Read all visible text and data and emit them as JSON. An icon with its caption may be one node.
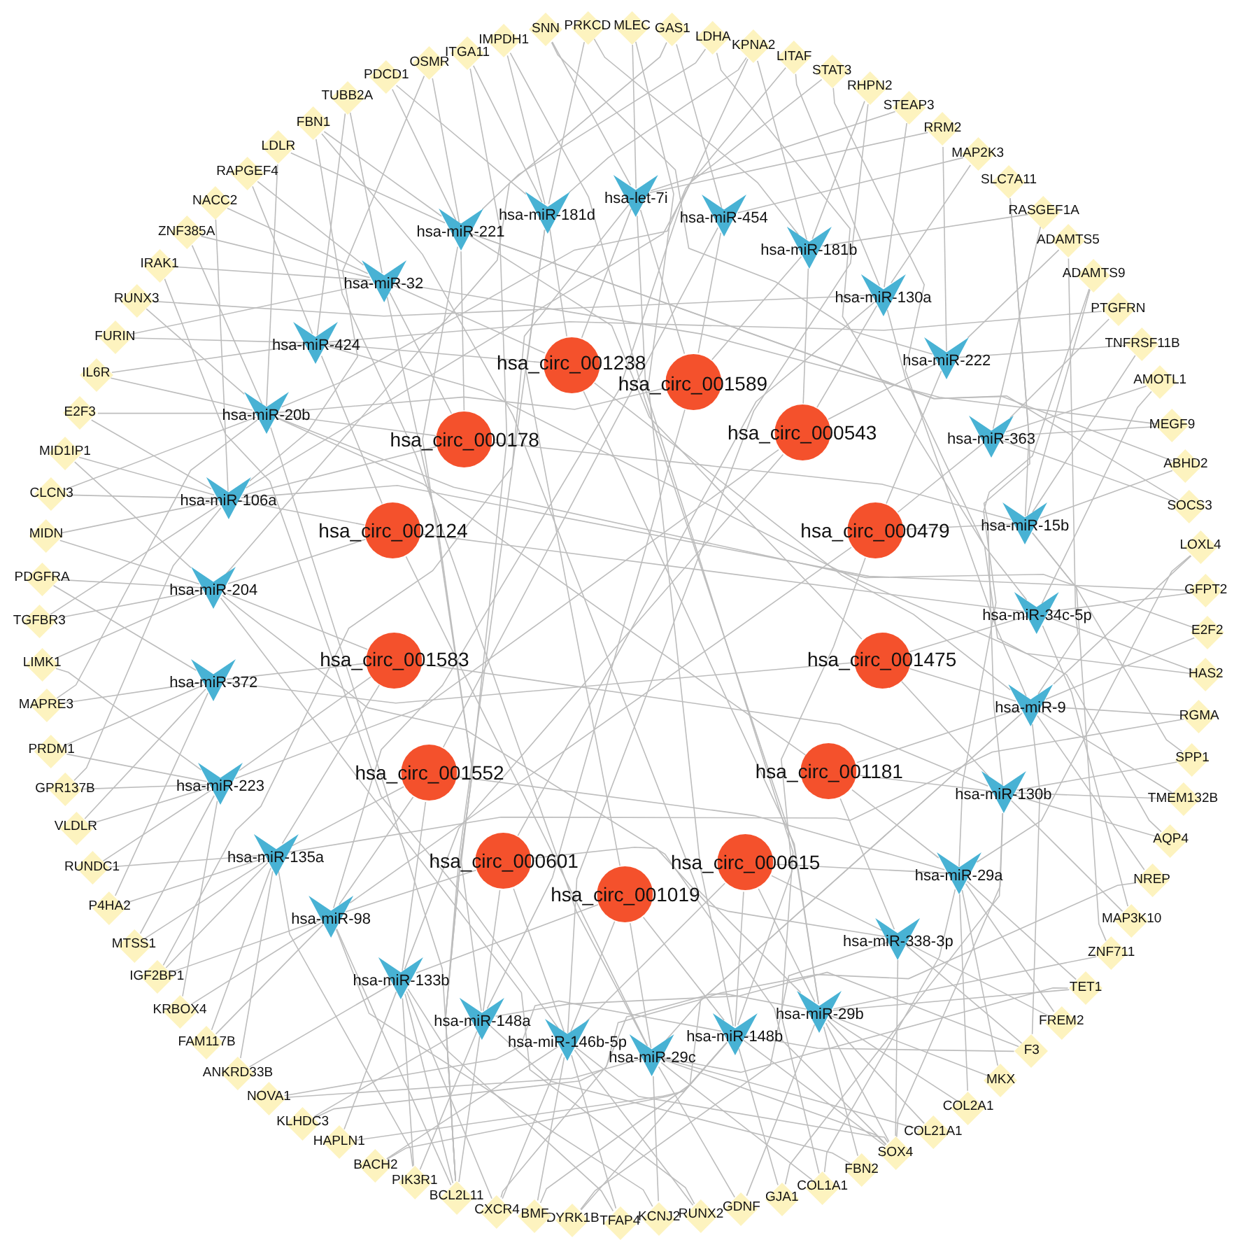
{
  "diagram": {
    "nodes": [
      {
        "text": [
          "IMPDH1"
        ]
      },
      {
        "text": [
          "SNN"
        ]
      },
      {
        "text": [
          "PRKCD"
        ]
      },
      {
        "text": [
          "MLEC"
        ]
      },
      {
        "text": [
          "GAS1"
        ]
      },
      {
        "text": [
          "LDHA"
        ]
      },
      {
        "text": [
          "KPNA2"
        ]
      },
      {
        "text": [
          "LITAF"
        ]
      },
      {
        "text": [
          "STAT3"
        ]
      },
      {
        "text": [
          "RHPN2"
        ]
      },
      {
        "text": [
          "STEAP3"
        ]
      },
      {
        "text": [
          "RRM2"
        ]
      },
      {
        "text": [
          "MAP2K3"
        ]
      },
      {
        "text": [
          "SLC7A11"
        ]
      },
      {
        "text": [
          "RASGEF1A"
        ]
      },
      {
        "text": [
          "ADAMTS5"
        ]
      },
      {
        "text": [
          "ADAMTS9"
        ]
      },
      {
        "text": [
          "PTGFRN"
        ]
      },
      {
        "text": [
          "TNFRSF11B"
        ]
      },
      {
        "text": [
          "AMOTL1"
        ]
      },
      {
        "text": [
          "MEGF9"
        ]
      },
      {
        "text": [
          "ABHD2"
        ]
      },
      {
        "text": [
          "SOCS3"
        ]
      },
      {
        "text": [
          "LOXL4"
        ]
      },
      {
        "text": [
          "GFPT2"
        ]
      },
      {
        "text": [
          "E2F2"
        ]
      },
      {
        "text": [
          "HAS2"
        ]
      },
      {
        "text": [
          "RGMA"
        ]
      },
      {
        "text": [
          "SPP1"
        ]
      },
      {
        "text": [
          "TMEM132B"
        ]
      },
      {
        "text": [
          "AQP4"
        ]
      },
      {
        "text": [
          "NREP"
        ]
      },
      {
        "text": [
          "MAP3K10"
        ]
      },
      {
        "text": [
          "ZNF711"
        ]
      },
      {
        "text": [
          "TET1"
        ]
      },
      {
        "text": [
          "FREM2"
        ]
      },
      {
        "text": [
          "F3"
        ]
      },
      {
        "text": [
          "MKX"
        ]
      },
      {
        "text": [
          "COL2A1"
        ]
      },
      {
        "text": [
          "COL21A1"
        ]
      },
      {
        "text": [
          "SOX4"
        ]
      },
      {
        "text": [
          "FBN2"
        ]
      },
      {
        "text": [
          "COL1A1"
        ]
      },
      {
        "text": [
          "GJA1"
        ]
      },
      {
        "text": [
          "GDNF"
        ]
      },
      {
        "text": [
          "RUNX2"
        ]
      },
      {
        "text": [
          "KCNJ2"
        ]
      },
      {
        "text": [
          "TFAP4"
        ]
      },
      {
        "text": [
          "DYRK1B"
        ]
      },
      {
        "text": [
          "BMF"
        ]
      },
      {
        "text": [
          "CXCR4"
        ]
      },
      {
        "text": [
          "BCL2L11"
        ]
      },
      {
        "text": [
          "PIK3R1"
        ]
      },
      {
        "text": [
          "BACH2"
        ]
      },
      {
        "text": [
          "HAPLN1"
        ]
      },
      {
        "text": [
          "KLHDC3"
        ]
      },
      {
        "text": [
          "NOVA1"
        ]
      },
      {
        "text": [
          "ANKRD33B"
        ]
      },
      {
        "text": [
          "FAM117B"
        ]
      },
      {
        "text": [
          "KRBOX4"
        ]
      },
      {
        "text": [
          "IGF2BP1"
        ]
      },
      {
        "text": [
          "MTSS1"
        ]
      },
      {
        "text": [
          "P4HA2"
        ]
      },
      {
        "text": [
          "RUNDC1"
        ]
      },
      {
        "text": [
          "VLDLR"
        ]
      },
      {
        "text": [
          "GPR137B"
        ]
      },
      {
        "text": [
          "PRDM1"
        ]
      },
      {
        "text": [
          "MAPRE3"
        ]
      },
      {
        "text": [
          "LIMK1"
        ]
      },
      {
        "text": [
          "TGFBR3"
        ]
      },
      {
        "text": [
          "PDGFRA"
        ]
      },
      {
        "text": [
          "MIDN"
        ]
      },
      {
        "text": [
          "CLCN3"
        ]
      },
      {
        "text": [
          "MID1IP1"
        ]
      },
      {
        "text": [
          "E2F3"
        ]
      },
      {
        "text": [
          "IL6R"
        ]
      },
      {
        "text": [
          "FURIN"
        ]
      },
      {
        "text": [
          "RUNX3"
        ]
      },
      {
        "text": [
          "IRAK1"
        ]
      },
      {
        "text": [
          "ZNF385A"
        ]
      },
      {
        "text": [
          "NACC2"
        ]
      },
      {
        "text": [
          "RAPGEF4"
        ]
      },
      {
        "text": [
          "LDLR"
        ]
      },
      {
        "text": [
          "FBN1"
        ]
      },
      {
        "text": [
          "TUBB2A"
        ]
      },
      {
        "text": [
          "PDCD1"
        ]
      },
      {
        "text": [
          "OSMR"
        ]
      },
      {
        "text": [
          "ITGA11"
        ]
      },
      {
        "text": [
          "hsa-let-7i"
        ]
      },
      {
        "text": [
          "hsa-miR-181d"
        ]
      },
      {
        "text": [
          "hsa-miR-221"
        ]
      },
      {
        "text": [
          "hsa-miR-454"
        ]
      },
      {
        "text": [
          "hsa-miR-181b"
        ]
      },
      {
        "text": [
          "hsa-miR-32"
        ]
      },
      {
        "text": [
          "hsa-miR-130a"
        ]
      },
      {
        "text": [
          "hsa-miR-424"
        ]
      },
      {
        "text": [
          "hsa-miR-222"
        ]
      },
      {
        "text": [
          "hsa-miR-20b"
        ]
      },
      {
        "text": [
          "hsa-miR-363"
        ]
      },
      {
        "text": [
          "hsa-miR-106a"
        ]
      },
      {
        "text": [
          "hsa-miR-15b"
        ]
      },
      {
        "text": [
          "hsa-miR-204"
        ]
      },
      {
        "text": [
          "hsa-miR-34c-5p"
        ]
      },
      {
        "text": [
          "hsa-miR-372"
        ]
      },
      {
        "text": [
          "hsa-miR-9"
        ]
      },
      {
        "text": [
          "hsa-miR-223"
        ]
      },
      {
        "text": [
          "hsa-miR-130b"
        ]
      },
      {
        "text": [
          "hsa-miR-135a"
        ]
      },
      {
        "text": [
          "hsa-miR-29a"
        ]
      },
      {
        "text": [
          "hsa-miR-98"
        ]
      },
      {
        "text": [
          "hsa-miR-338-3p"
        ]
      },
      {
        "text": [
          "hsa-miR-133b"
        ]
      },
      {
        "text": [
          "hsa-miR-148a"
        ]
      },
      {
        "text": [
          "hsa-miR-29b"
        ]
      },
      {
        "text": [
          "hsa-miR-148b"
        ]
      },
      {
        "text": [
          "hsa-miR-146b-5p"
        ]
      },
      {
        "text": [
          "hsa-miR-29c"
        ]
      },
      {
        "text": [
          "hsa_circ_001238"
        ]
      },
      {
        "text": [
          "hsa_circ_001589"
        ]
      },
      {
        "text": [
          "hsa_circ_000178"
        ]
      },
      {
        "text": [
          "hsa_circ_000543"
        ]
      },
      {
        "text": [
          "hsa_circ_002124"
        ]
      },
      {
        "text": [
          "hsa_circ_000479"
        ]
      },
      {
        "text": [
          "hsa_circ_001583"
        ]
      },
      {
        "text": [
          "hsa_circ_001475"
        ]
      },
      {
        "text": [
          "hsa_circ_001552"
        ]
      },
      {
        "text": [
          "hsa_circ_001181"
        ]
      },
      {
        "text": [
          "hsa_circ_000601"
        ]
      },
      {
        "text": [
          "hsa_circ_000615"
        ]
      },
      {
        "text": [
          "hsa_circ_001019"
        ]
      }
    ],
    "edges": [
      {
        "from": 117,
        "to": 89,
        "arrow": "none"
      },
      {
        "from": 117,
        "to": 88,
        "arrow": "none"
      },
      {
        "from": 117,
        "to": 93,
        "arrow": "none"
      },
      {
        "from": 117,
        "to": 95,
        "arrow": "none"
      },
      {
        "from": 117,
        "to": 104,
        "arrow": "none"
      },
      {
        "from": 117,
        "to": 113,
        "arrow": "none"
      },
      {
        "from": 118,
        "to": 91,
        "arrow": "none"
      },
      {
        "from": 118,
        "to": 92,
        "arrow": "none"
      },
      {
        "from": 118,
        "to": 88,
        "arrow": "none"
      },
      {
        "from": 118,
        "to": 97,
        "arrow": "none"
      },
      {
        "from": 118,
        "to": 112,
        "arrow": "none"
      },
      {
        "from": 119,
        "to": 90,
        "arrow": "none"
      },
      {
        "from": 119,
        "to": 93,
        "arrow": "none"
      },
      {
        "from": 119,
        "to": 97,
        "arrow": "none"
      },
      {
        "from": 119,
        "to": 99,
        "arrow": "none"
      },
      {
        "from": 119,
        "to": 100,
        "arrow": "none"
      },
      {
        "from": 120,
        "to": 94,
        "arrow": "none"
      },
      {
        "from": 120,
        "to": 96,
        "arrow": "none"
      },
      {
        "from": 120,
        "to": 92,
        "arrow": "none"
      },
      {
        "from": 120,
        "to": 105,
        "arrow": "none"
      },
      {
        "from": 120,
        "to": 111,
        "arrow": "none"
      },
      {
        "from": 121,
        "to": 99,
        "arrow": "none"
      },
      {
        "from": 121,
        "to": 101,
        "arrow": "none"
      },
      {
        "from": 121,
        "to": 95,
        "arrow": "none"
      },
      {
        "from": 121,
        "to": 102,
        "arrow": "none"
      },
      {
        "from": 121,
        "to": 116,
        "arrow": "none"
      },
      {
        "from": 122,
        "to": 98,
        "arrow": "none"
      },
      {
        "from": 122,
        "to": 100,
        "arrow": "none"
      },
      {
        "from": 122,
        "to": 96,
        "arrow": "none"
      },
      {
        "from": 122,
        "to": 109,
        "arrow": "none"
      },
      {
        "from": 122,
        "to": 114,
        "arrow": "none"
      },
      {
        "from": 123,
        "to": 103,
        "arrow": "none"
      },
      {
        "from": 123,
        "to": 105,
        "arrow": "none"
      },
      {
        "from": 123,
        "to": 107,
        "arrow": "none"
      },
      {
        "from": 123,
        "to": 101,
        "arrow": "none"
      },
      {
        "from": 123,
        "to": 106,
        "arrow": "none"
      },
      {
        "from": 124,
        "to": 102,
        "arrow": "none"
      },
      {
        "from": 124,
        "to": 104,
        "arrow": "none"
      },
      {
        "from": 124,
        "to": 106,
        "arrow": "none"
      },
      {
        "from": 124,
        "to": 103,
        "arrow": "none"
      },
      {
        "from": 124,
        "to": 90,
        "arrow": "none"
      },
      {
        "from": 125,
        "to": 107,
        "arrow": "none"
      },
      {
        "from": 125,
        "to": 109,
        "arrow": "none"
      },
      {
        "from": 125,
        "to": 111,
        "arrow": "none"
      },
      {
        "from": 125,
        "to": 108,
        "arrow": "none"
      },
      {
        "from": 125,
        "to": 91,
        "arrow": "none"
      },
      {
        "from": 126,
        "to": 106,
        "arrow": "none"
      },
      {
        "from": 126,
        "to": 108,
        "arrow": "none"
      },
      {
        "from": 126,
        "to": 110,
        "arrow": "none"
      },
      {
        "from": 126,
        "to": 104,
        "arrow": "none"
      },
      {
        "from": 126,
        "to": 97,
        "arrow": "none"
      },
      {
        "from": 127,
        "to": 112,
        "arrow": "none"
      },
      {
        "from": 127,
        "to": 115,
        "arrow": "none"
      },
      {
        "from": 127,
        "to": 109,
        "arrow": "none"
      },
      {
        "from": 127,
        "to": 110,
        "arrow": "none"
      },
      {
        "from": 127,
        "to": 94,
        "arrow": "none"
      },
      {
        "from": 128,
        "to": 113,
        "arrow": "none"
      },
      {
        "from": 128,
        "to": 110,
        "arrow": "none"
      },
      {
        "from": 128,
        "to": 114,
        "arrow": "none"
      },
      {
        "from": 128,
        "to": 108,
        "arrow": "none"
      },
      {
        "from": 128,
        "to": 115,
        "arrow": "none"
      },
      {
        "from": 129,
        "to": 116,
        "arrow": "none"
      },
      {
        "from": 129,
        "to": 114,
        "arrow": "none"
      },
      {
        "from": 129,
        "to": 115,
        "arrow": "none"
      },
      {
        "from": 129,
        "to": 111,
        "arrow": "none"
      },
      {
        "from": 129,
        "to": 89,
        "arrow": "none"
      },
      {
        "from": 89,
        "to": 0,
        "arrow": "none"
      },
      {
        "from": 113,
        "to": 0,
        "arrow": "none"
      },
      {
        "from": 96,
        "to": 1,
        "arrow": "none"
      },
      {
        "from": 88,
        "to": 1,
        "arrow": "none"
      },
      {
        "from": 89,
        "to": 2,
        "arrow": "none"
      },
      {
        "from": 92,
        "to": 2,
        "arrow": "none"
      },
      {
        "from": 88,
        "to": 3,
        "arrow": "none"
      },
      {
        "from": 114,
        "to": 3,
        "arrow": "none"
      },
      {
        "from": 91,
        "to": 4,
        "arrow": "none"
      },
      {
        "from": 101,
        "to": 4,
        "arrow": "none"
      },
      {
        "from": 102,
        "to": 5,
        "arrow": "none"
      },
      {
        "from": 90,
        "to": 5,
        "arrow": "none"
      },
      {
        "from": 89,
        "to": 6,
        "arrow": "none"
      },
      {
        "from": 92,
        "to": 6,
        "arrow": "none"
      },
      {
        "from": 109,
        "to": 6,
        "arrow": "none"
      },
      {
        "from": 97,
        "to": 7,
        "arrow": "none"
      },
      {
        "from": 94,
        "to": 7,
        "arrow": "none"
      },
      {
        "from": 104,
        "to": 8,
        "arrow": "none"
      },
      {
        "from": 99,
        "to": 8,
        "arrow": "none"
      },
      {
        "from": 92,
        "to": 9,
        "arrow": "none"
      },
      {
        "from": 115,
        "to": 9,
        "arrow": "none"
      },
      {
        "from": 94,
        "to": 10,
        "arrow": "none"
      },
      {
        "from": 88,
        "to": 10,
        "arrow": "none"
      },
      {
        "from": 96,
        "to": 11,
        "arrow": "none"
      },
      {
        "from": 88,
        "to": 11,
        "arrow": "none"
      },
      {
        "from": 91,
        "to": 12,
        "arrow": "none"
      },
      {
        "from": 94,
        "to": 12,
        "arrow": "none"
      },
      {
        "from": 106,
        "to": 13,
        "arrow": "none"
      },
      {
        "from": 100,
        "to": 13,
        "arrow": "none"
      },
      {
        "from": 98,
        "to": 14,
        "arrow": "none"
      },
      {
        "from": 92,
        "to": 14,
        "arrow": "none"
      },
      {
        "from": 104,
        "to": 15,
        "arrow": "none"
      },
      {
        "from": 96,
        "to": 15,
        "arrow": "none"
      },
      {
        "from": 100,
        "to": 16,
        "arrow": "none"
      },
      {
        "from": 108,
        "to": 16,
        "arrow": "none"
      },
      {
        "from": 98,
        "to": 17,
        "arrow": "none"
      },
      {
        "from": 95,
        "to": 17,
        "arrow": "none"
      },
      {
        "from": 96,
        "to": 18,
        "arrow": "none"
      },
      {
        "from": 100,
        "to": 18,
        "arrow": "none"
      },
      {
        "from": 102,
        "to": 19,
        "arrow": "none"
      },
      {
        "from": 98,
        "to": 19,
        "arrow": "none"
      },
      {
        "from": 98,
        "to": 20,
        "arrow": "none"
      },
      {
        "from": 93,
        "to": 20,
        "arrow": "none"
      },
      {
        "from": 100,
        "to": 21,
        "arrow": "none"
      },
      {
        "from": 90,
        "to": 21,
        "arrow": "none"
      },
      {
        "from": 90,
        "to": 22,
        "arrow": "none"
      },
      {
        "from": 98,
        "to": 22,
        "arrow": "none"
      },
      {
        "from": 108,
        "to": 23,
        "arrow": "none"
      },
      {
        "from": 104,
        "to": 23,
        "arrow": "none"
      },
      {
        "from": 102,
        "to": 24,
        "arrow": "none"
      },
      {
        "from": 99,
        "to": 24,
        "arrow": "none"
      },
      {
        "from": 97,
        "to": 25,
        "arrow": "none"
      },
      {
        "from": 104,
        "to": 25,
        "arrow": "none"
      },
      {
        "from": 102,
        "to": 26,
        "arrow": "none"
      },
      {
        "from": 95,
        "to": 26,
        "arrow": "none"
      },
      {
        "from": 104,
        "to": 27,
        "arrow": "none"
      },
      {
        "from": 107,
        "to": 27,
        "arrow": "none"
      },
      {
        "from": 106,
        "to": 28,
        "arrow": "none"
      },
      {
        "from": 100,
        "to": 28,
        "arrow": "none"
      },
      {
        "from": 104,
        "to": 29,
        "arrow": "none"
      },
      {
        "from": 106,
        "to": 29,
        "arrow": "none"
      },
      {
        "from": 106,
        "to": 30,
        "arrow": "none"
      },
      {
        "from": 94,
        "to": 30,
        "arrow": "none"
      },
      {
        "from": 104,
        "to": 31,
        "arrow": "none"
      },
      {
        "from": 116,
        "to": 31,
        "arrow": "none"
      },
      {
        "from": 106,
        "to": 32,
        "arrow": "none"
      },
      {
        "from": 102,
        "to": 32,
        "arrow": "none"
      },
      {
        "from": 100,
        "to": 33,
        "arrow": "none"
      },
      {
        "from": 113,
        "to": 33,
        "arrow": "none"
      },
      {
        "from": 108,
        "to": 34,
        "arrow": "none"
      },
      {
        "from": 113,
        "to": 34,
        "arrow": "none"
      },
      {
        "from": 116,
        "to": 34,
        "arrow": "none"
      },
      {
        "from": 108,
        "to": 35,
        "arrow": "none"
      },
      {
        "from": 110,
        "to": 35,
        "arrow": "none"
      },
      {
        "from": 110,
        "to": 36,
        "arrow": "none"
      },
      {
        "from": 114,
        "to": 36,
        "arrow": "none"
      },
      {
        "from": 112,
        "to": 36,
        "arrow": "none"
      },
      {
        "from": 104,
        "to": 36,
        "arrow": "none"
      },
      {
        "from": 113,
        "to": 37,
        "arrow": "none"
      },
      {
        "from": 108,
        "to": 37,
        "arrow": "none"
      },
      {
        "from": 108,
        "to": 38,
        "arrow": "none"
      },
      {
        "from": 113,
        "to": 38,
        "arrow": "none"
      },
      {
        "from": 113,
        "to": 39,
        "arrow": "none"
      },
      {
        "from": 116,
        "to": 39,
        "arrow": "none"
      },
      {
        "from": 110,
        "to": 40,
        "arrow": "none"
      },
      {
        "from": 113,
        "to": 40,
        "arrow": "none"
      },
      {
        "from": 114,
        "to": 40,
        "arrow": "none"
      },
      {
        "from": 115,
        "to": 40,
        "arrow": "none"
      },
      {
        "from": 116,
        "to": 40,
        "arrow": "none"
      },
      {
        "from": 106,
        "to": 40,
        "arrow": "none"
      },
      {
        "from": 101,
        "to": 40,
        "arrow": "none"
      },
      {
        "from": 113,
        "to": 41,
        "arrow": "none"
      },
      {
        "from": 112,
        "to": 41,
        "arrow": "none"
      },
      {
        "from": 116,
        "to": 42,
        "arrow": "none"
      },
      {
        "from": 108,
        "to": 42,
        "arrow": "none"
      },
      {
        "from": 88,
        "to": 42,
        "arrow": "none"
      },
      {
        "from": 114,
        "to": 43,
        "arrow": "none"
      },
      {
        "from": 106,
        "to": 43,
        "arrow": "none"
      },
      {
        "from": 116,
        "to": 44,
        "arrow": "none"
      },
      {
        "from": 113,
        "to": 44,
        "arrow": "none"
      },
      {
        "from": 101,
        "to": 45,
        "arrow": "none"
      },
      {
        "from": 115,
        "to": 45,
        "arrow": "none"
      },
      {
        "from": 116,
        "to": 46,
        "arrow": "none"
      },
      {
        "from": 109,
        "to": 46,
        "arrow": "none"
      },
      {
        "from": 115,
        "to": 47,
        "arrow": "none"
      },
      {
        "from": 111,
        "to": 47,
        "arrow": "none"
      },
      {
        "from": 114,
        "to": 48,
        "arrow": "none"
      },
      {
        "from": 110,
        "to": 48,
        "arrow": "none"
      },
      {
        "from": 115,
        "to": 49,
        "arrow": "none"
      },
      {
        "from": 104,
        "to": 49,
        "arrow": "none"
      },
      {
        "from": 104,
        "to": 50,
        "arrow": "none"
      },
      {
        "from": 115,
        "to": 50,
        "arrow": "none"
      },
      {
        "from": 111,
        "to": 50,
        "arrow": "none"
      },
      {
        "from": 112,
        "to": 51,
        "arrow": "none"
      },
      {
        "from": 111,
        "to": 51,
        "arrow": "none"
      },
      {
        "from": 109,
        "to": 51,
        "arrow": "none"
      },
      {
        "from": 97,
        "to": 51,
        "arrow": "none"
      },
      {
        "from": 93,
        "to": 51,
        "arrow": "none"
      },
      {
        "from": 89,
        "to": 51,
        "arrow": "none"
      },
      {
        "from": 90,
        "to": 51,
        "arrow": "none"
      },
      {
        "from": 111,
        "to": 52,
        "arrow": "none"
      },
      {
        "from": 112,
        "to": 52,
        "arrow": "none"
      },
      {
        "from": 107,
        "to": 52,
        "arrow": "none"
      },
      {
        "from": 115,
        "to": 53,
        "arrow": "none"
      },
      {
        "from": 114,
        "to": 53,
        "arrow": "none"
      },
      {
        "from": 111,
        "to": 54,
        "arrow": "none"
      },
      {
        "from": 114,
        "to": 54,
        "arrow": "none"
      },
      {
        "from": 112,
        "to": 55,
        "arrow": "none"
      },
      {
        "from": 113,
        "to": 55,
        "arrow": "none"
      },
      {
        "from": 116,
        "to": 56,
        "arrow": "none"
      },
      {
        "from": 114,
        "to": 56,
        "arrow": "none"
      },
      {
        "from": 107,
        "to": 57,
        "arrow": "none"
      },
      {
        "from": 111,
        "to": 57,
        "arrow": "none"
      },
      {
        "from": 107,
        "to": 58,
        "arrow": "none"
      },
      {
        "from": 109,
        "to": 58,
        "arrow": "none"
      },
      {
        "from": 109,
        "to": 59,
        "arrow": "none"
      },
      {
        "from": 105,
        "to": 59,
        "arrow": "none"
      },
      {
        "from": 109,
        "to": 60,
        "arrow": "none"
      },
      {
        "from": 88,
        "to": 60,
        "arrow": "none"
      },
      {
        "from": 107,
        "to": 60,
        "arrow": "none"
      },
      {
        "from": 107,
        "to": 61,
        "arrow": "none"
      },
      {
        "from": 105,
        "to": 61,
        "arrow": "none"
      },
      {
        "from": 107,
        "to": 62,
        "arrow": "none"
      },
      {
        "from": 103,
        "to": 62,
        "arrow": "none"
      },
      {
        "from": 105,
        "to": 63,
        "arrow": "none"
      },
      {
        "from": 107,
        "to": 63,
        "arrow": "none"
      },
      {
        "from": 105,
        "to": 64,
        "arrow": "none"
      },
      {
        "from": 103,
        "to": 64,
        "arrow": "none"
      },
      {
        "from": 105,
        "to": 65,
        "arrow": "none"
      },
      {
        "from": 99,
        "to": 65,
        "arrow": "none"
      },
      {
        "from": 105,
        "to": 66,
        "arrow": "none"
      },
      {
        "from": 103,
        "to": 66,
        "arrow": "none"
      },
      {
        "from": 103,
        "to": 67,
        "arrow": "none"
      },
      {
        "from": 97,
        "to": 67,
        "arrow": "none"
      },
      {
        "from": 101,
        "to": 68,
        "arrow": "none"
      },
      {
        "from": 105,
        "to": 68,
        "arrow": "none"
      },
      {
        "from": 101,
        "to": 69,
        "arrow": "none"
      },
      {
        "from": 99,
        "to": 69,
        "arrow": "none"
      },
      {
        "from": 101,
        "to": 70,
        "arrow": "none"
      },
      {
        "from": 103,
        "to": 70,
        "arrow": "none"
      },
      {
        "from": 99,
        "to": 71,
        "arrow": "none"
      },
      {
        "from": 101,
        "to": 71,
        "arrow": "none"
      },
      {
        "from": 99,
        "to": 72,
        "arrow": "none"
      },
      {
        "from": 97,
        "to": 72,
        "arrow": "none"
      },
      {
        "from": 99,
        "to": 73,
        "arrow": "none"
      },
      {
        "from": 101,
        "to": 73,
        "arrow": "none"
      },
      {
        "from": 97,
        "to": 74,
        "arrow": "none"
      },
      {
        "from": 99,
        "to": 74,
        "arrow": "none"
      },
      {
        "from": 97,
        "to": 75,
        "arrow": "none"
      },
      {
        "from": 95,
        "to": 75,
        "arrow": "none"
      },
      {
        "from": 95,
        "to": 76,
        "arrow": "none"
      },
      {
        "from": 93,
        "to": 76,
        "arrow": "none"
      },
      {
        "from": 94,
        "to": 77,
        "arrow": "none"
      },
      {
        "from": 97,
        "to": 77,
        "arrow": "none"
      },
      {
        "from": 115,
        "to": 78,
        "arrow": "none"
      },
      {
        "from": 93,
        "to": 78,
        "arrow": "none"
      },
      {
        "from": 93,
        "to": 79,
        "arrow": "none"
      },
      {
        "from": 97,
        "to": 79,
        "arrow": "none"
      },
      {
        "from": 93,
        "to": 80,
        "arrow": "none"
      },
      {
        "from": 99,
        "to": 80,
        "arrow": "none"
      },
      {
        "from": 93,
        "to": 81,
        "arrow": "none"
      },
      {
        "from": 95,
        "to": 81,
        "arrow": "none"
      },
      {
        "from": 90,
        "to": 82,
        "arrow": "none"
      },
      {
        "from": 97,
        "to": 82,
        "arrow": "none"
      },
      {
        "from": 113,
        "to": 83,
        "arrow": "none"
      },
      {
        "from": 90,
        "to": 83,
        "arrow": "none"
      },
      {
        "from": 116,
        "to": 83,
        "arrow": "none"
      },
      {
        "from": 93,
        "to": 84,
        "arrow": "none"
      },
      {
        "from": 95,
        "to": 84,
        "arrow": "none"
      },
      {
        "from": 90,
        "to": 85,
        "arrow": "none"
      },
      {
        "from": 89,
        "to": 85,
        "arrow": "none"
      },
      {
        "from": 90,
        "to": 86,
        "arrow": "none"
      },
      {
        "from": 99,
        "to": 86,
        "arrow": "none"
      },
      {
        "from": 89,
        "to": 87,
        "arrow": "none"
      },
      {
        "from": 112,
        "to": 87,
        "arrow": "none"
      }
    ]
  }
}
